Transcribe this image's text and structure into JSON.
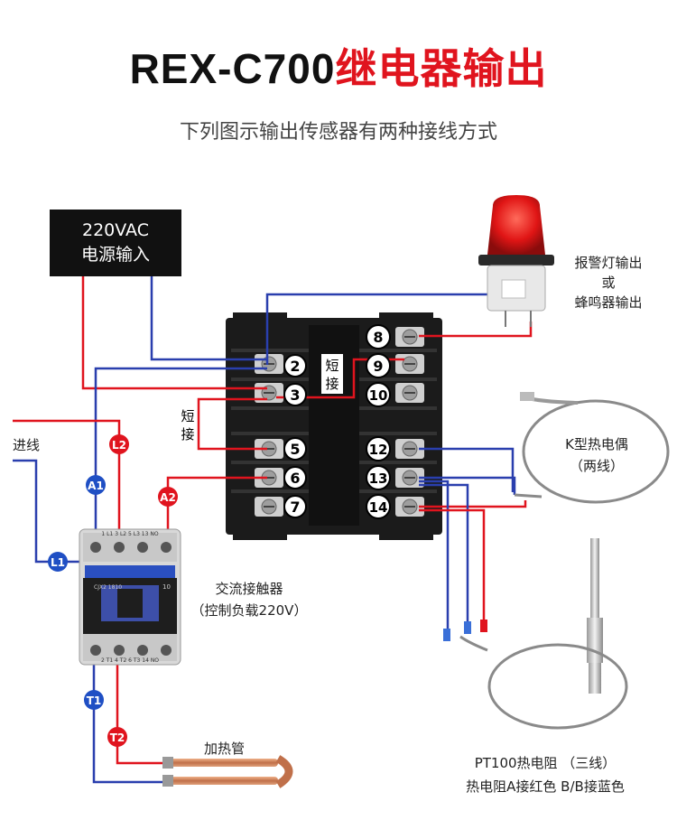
{
  "title": {
    "model": "REX-C700",
    "highlight": "继电器输出"
  },
  "subtitle": "下列图示输出传感器有两种接线方式",
  "power": {
    "line1": "220VAC",
    "line2": "电源输入"
  },
  "alarm": {
    "line1": "报警灯输出",
    "line2": "或",
    "line3": "蜂鸣器输出"
  },
  "short_top": {
    "c1": "短",
    "c2": "接"
  },
  "short_left": {
    "c1": "短",
    "c2": "接"
  },
  "incoming": "进线",
  "thermocouple": {
    "line1": "K型热电偶",
    "line2": "（两线）"
  },
  "contactor": {
    "line1": "交流接触器",
    "line2": "（控制负载220V）"
  },
  "heater": "加热管",
  "pt100": {
    "line1": "PT100热电阻 （三线）",
    "line2": "热电阻A接红色  B/B接蓝色"
  },
  "terminals_left": [
    "2",
    "3",
    "5",
    "6",
    "7"
  ],
  "terminals_right": [
    "8",
    "9",
    "10",
    "12",
    "13",
    "14"
  ],
  "badges": {
    "A1": "A1",
    "A2": "A2",
    "L1": "L1",
    "L2": "L2",
    "T1": "T1",
    "T2": "T2"
  },
  "contactor_marks": {
    "top": "1 L1  3 L2  5 L3  13 NO",
    "bottom": "2 T1  4 T2  6 T3  14 NO",
    "model": "CJX2 1810",
    "num": "10"
  },
  "colors": {
    "red_wire": "#e0141e",
    "blue_wire": "#2a3fae",
    "badge_blue": "#1f4fc4",
    "badge_red": "#e0141e"
  }
}
